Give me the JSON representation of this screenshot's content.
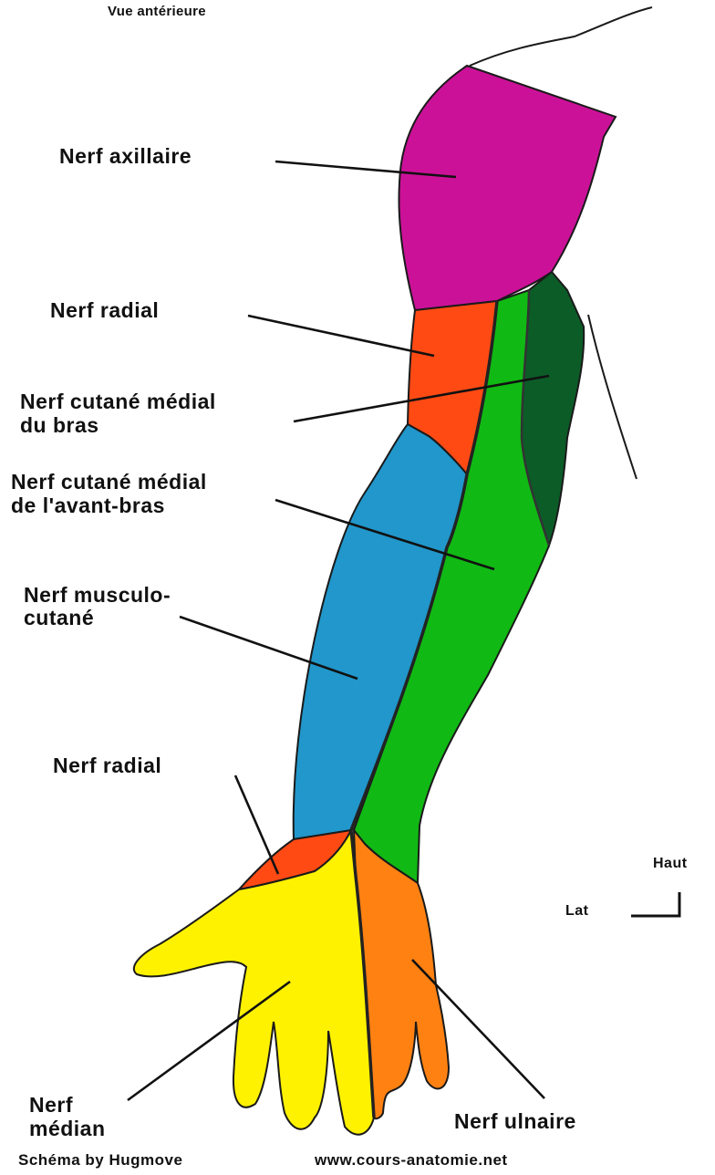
{
  "view_title": "Vue antérieure",
  "labels": {
    "axillaire": "Nerf axillaire",
    "radial_upper": "Nerf radial",
    "cutane_bras_l1": "Nerf cutané médial",
    "cutane_bras_l2": "du bras",
    "cutane_avantbras_l1": "Nerf cutané médial",
    "cutane_avantbras_l2": "de l'avant-bras",
    "musculo_l1": "Nerf musculo-",
    "musculo_l2": "cutané",
    "radial_lower": "Nerf radial",
    "median_l1": "Nerf",
    "median_l2": "médian",
    "ulnaire": "Nerf ulnaire"
  },
  "orientation": {
    "up": "Haut",
    "lateral": "Lat"
  },
  "footer": {
    "credit": "Schéma by Hugmove",
    "website": "www.cours-anatomie.net"
  },
  "colors": {
    "axillaire": "#cc1199",
    "radial": "#ff4a14",
    "cutane_bras": "#0c5c28",
    "cutane_avantbras": "#11b914",
    "musculo": "#2197cb",
    "median": "#fff200",
    "ulnaire": "#ff8112",
    "outline": "#1a1a1a"
  }
}
